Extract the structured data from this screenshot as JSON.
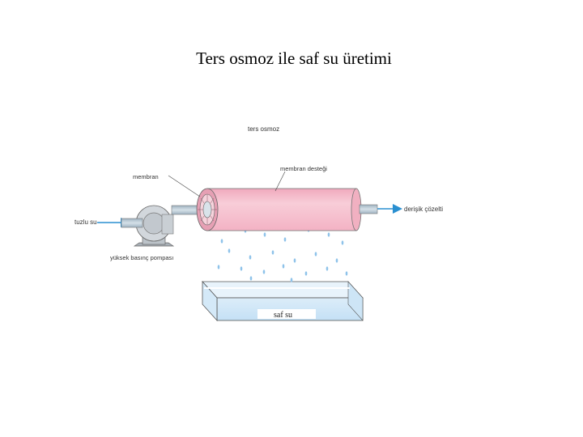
{
  "title": "Ters osmoz ile saf su üretimi",
  "diagram": {
    "heading": "ters osmoz",
    "labels": {
      "membrane": "membran",
      "membrane_support": "membran desteği",
      "salt_water": "tuzlu su",
      "pump": "yüksek basınç pompası",
      "concentrate": "derişik çözelti",
      "pure_water": "saf su"
    },
    "colors": {
      "cylinder": "#f4b8c8",
      "pipe": "#b7c9d6",
      "pump": "#c8cdd2",
      "water": "#cfe6f7",
      "flow_arrow": "#2a8fd0",
      "droplet": "#8fc3ea"
    }
  }
}
